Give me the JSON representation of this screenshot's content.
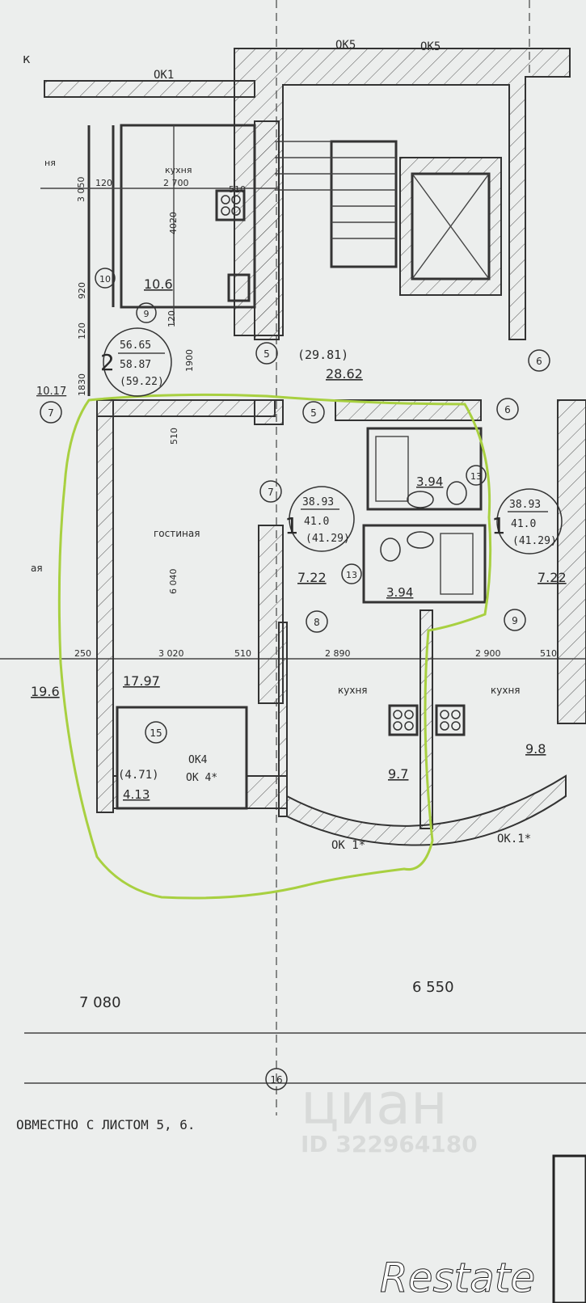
{
  "plan": {
    "top_letter": "к",
    "windows": {
      "ok5_a": "ОК5",
      "ok5_b": "ОК5",
      "ok1_top": "ОК1",
      "ok4": "ОК4",
      "ok4_star": "ОК 4*",
      "ok1_star_a": "ОК 1*",
      "ok1_star_b": "ОК.1*"
    },
    "rooms": {
      "left_partial_top": "ня",
      "kitchen_top": "кухня",
      "living": "гостиная",
      "kitchen_a": "кухня",
      "kitchen_b": "кухня",
      "left_partial_mid": "ая"
    },
    "areas": {
      "kitchen_top": "10.6",
      "hall": "28.62",
      "hall_total": "(29.81)",
      "left_small": "10.17",
      "living": "17.97",
      "left_room": "19.6",
      "balcony": "4.13",
      "balcony_total": "(4.71)",
      "corridor_a": "7.22",
      "corridor_b": "7.22",
      "bath_a": "3.94",
      "bath_b": "3.94",
      "kitchen_a": "9.7",
      "kitchen_b": "9.8"
    },
    "apartments": [
      {
        "rooms": "2",
        "living": "56.65",
        "total": "58.87",
        "with_balcony": "(59.22)"
      },
      {
        "rooms": "1",
        "living": "38.93",
        "total": "41.0",
        "with_balcony": "(41.29)"
      },
      {
        "rooms": "1",
        "living": "38.93",
        "total": "41.0",
        "with_balcony": "(41.29)"
      }
    ],
    "dimensions": {
      "d120a": "120",
      "d2700": "2 700",
      "d510a": "510",
      "d3050": "3 050",
      "d4020": "4020",
      "d920": "920",
      "d120b": "120",
      "d1830": "1830",
      "d120c": "120",
      "d1900": "1900",
      "d510b": "510",
      "d6040": "6 040",
      "d250": "250",
      "d3020": "3 020",
      "d510c": "510",
      "d2890": "2 890",
      "d2900": "2 900",
      "d510d": "510",
      "d7080": "7 080",
      "d6550": "6 550"
    },
    "markers": {
      "m10": "10",
      "m9a": "9",
      "m7a": "7",
      "m5a": "5",
      "m5b": "5",
      "m6a": "6",
      "m6b": "6",
      "m7b": "7",
      "m13a": "13",
      "m13b": "13",
      "m8": "8",
      "m9b": "9",
      "m15": "15",
      "axis16": "16"
    },
    "note": "ОВМЕСТНО С ЛИСТОМ 5, 6."
  },
  "watermarks": {
    "cian": "циан",
    "cian_id": "ID 322964180",
    "restate": "Restate"
  },
  "colors": {
    "outline_highlight": "#a8d040",
    "ink": "#2a2a2a",
    "paper": "#eceeed"
  }
}
